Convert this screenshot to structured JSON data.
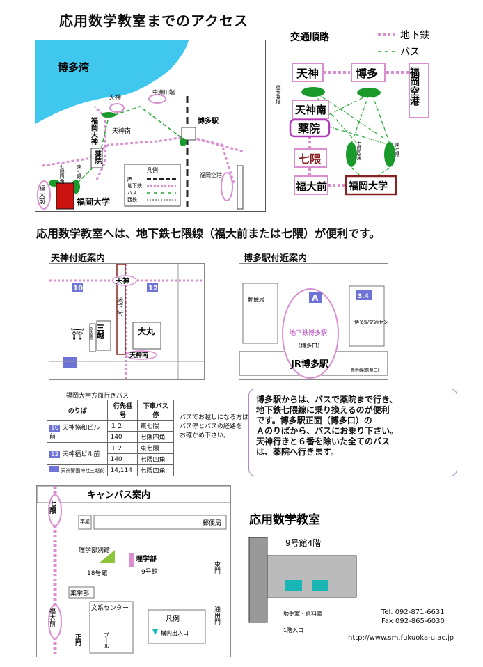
{
  "title": "応用数学教室までのアクセス",
  "main_map": {
    "bay": "博多湾",
    "tenjin": "天神",
    "nakasu": "中洲川端",
    "tenjin_south": "天神南",
    "fukuoka_tenjin": "福岡天神",
    "hakata_station": "博多駅",
    "yakuin": "薬院",
    "fukuoka_airport": "福岡空港",
    "nanakuma_yotsukado": "七隈四角",
    "higashi_nanakuma": "東七隈",
    "fukudaimae": "福大前",
    "fukuoka_univ": "福岡大学",
    "legend": {
      "title": "凡例",
      "items": [
        "JR",
        "地下鉄",
        "バス",
        "西鉄"
      ]
    }
  },
  "route_diagram": {
    "title": "交通順路",
    "legend_subway": "地下鉄",
    "legend_bus": "バス",
    "nodes": {
      "tenjin": "天神",
      "hakata": "博多",
      "fukuoka_airport": "福岡空港",
      "tenjin_minami": "天神南",
      "yakuin": "薬院",
      "nanakuma": "七隈",
      "fukudaimae": "福大前",
      "fukuoka_univ": "福岡大学"
    },
    "transfer_note": "徒歩乗換",
    "bus_stop_1": "七隈四角",
    "bus_stop_2": "東七隈"
  },
  "main_note": "応用数学教室へは、地下鉄七隈線（福大前または七隈）が便利です。",
  "tenjin_map": {
    "label": "天神付近案内",
    "tenjin": "天神",
    "stop_left": "10",
    "stop_right": "12",
    "underground": "地下街",
    "mitsukoshi": "三越",
    "nishitetsu": "西鉄福岡",
    "daimaru": "大丸",
    "tenjin_minami": "天神南",
    "shrine_mark": "⛩"
  },
  "hakata_map": {
    "label": "博多駅付近案内",
    "post_office": "郵便局",
    "stop_a": "A",
    "subway_hakata": "地下鉄博多駅",
    "hakata_exit": "（博多口）",
    "jr_hakata": "JR博多駅",
    "stop_34": "3.4",
    "bus_center": "博多駅交通センター",
    "shinkansen": "新幹線(筑紫口)"
  },
  "bus_table": {
    "caption": "福岡大学方面行きバス",
    "headers": [
      "のりば",
      "行先番号",
      "下車バス停"
    ],
    "rows": [
      {
        "badge": "10",
        "stop": "天神協和ビル前",
        "routes": [
          [
            "１２",
            "東七隈"
          ],
          [
            "140",
            "七隈四角"
          ]
        ]
      },
      {
        "badge": "12",
        "stop": "天神福ビル前",
        "routes": [
          [
            "１２",
            "東七隈"
          ],
          [
            "140",
            "七隈四角"
          ]
        ]
      },
      {
        "badge": "",
        "stop": "天神警固神社三越前",
        "routes": [
          [
            "14,114",
            "七隈四角"
          ]
        ]
      }
    ],
    "side_note": [
      "バスでお越しになる方は",
      "バス停とバスの経路を",
      "お確かめ下さい。"
    ]
  },
  "callout_lines": [
    "博多駅からは、バスで薬院まで行き、",
    "地下鉄七隈線に乗り換えるのが便利",
    "です。博多駅正面（博多口）の",
    "Ａのりばから、バスにお乗り下さい。",
    "天神行きと６番を除いた全てのバス",
    "は、薬院へ行きます。"
  ],
  "campus_map": {
    "label": "キャンパス案内",
    "nanakuma": "七隈",
    "honkan": "本屋",
    "post_office": "郵便局",
    "science_annex": "理学部別館",
    "bldg18": "18号館",
    "science": "理学部",
    "bldg9": "9号館",
    "east_gate": "東門",
    "pharmacy": "薬学部",
    "liberal_center": "文系センター",
    "pool": "プール",
    "main_gate": "正門",
    "fukudaimae": "福大前",
    "service_gate": "通用門",
    "legend_title": "凡例",
    "legend_entrance": "構内出入口"
  },
  "building_diagram": {
    "title": "応用数学教室",
    "floor": "9号館4階",
    "legend_room": "助手室・資料室",
    "legend_entrance": "1階入口"
  },
  "contact": {
    "tel": "Tel. 092-871-6631",
    "fax": "Fax 092-865-6030",
    "url": "http://www.sm.fukuoka-u.ac.jp"
  },
  "colors": {
    "water": "#3fc7ee",
    "subway": "#d98fd0",
    "bus": "#22aa33",
    "green_stop": "#1a9a2a",
    "maroon": "#8b2222",
    "red_block": "#cc1111",
    "stop_badge": "#6e73d8",
    "teal": "#18b6b4"
  }
}
